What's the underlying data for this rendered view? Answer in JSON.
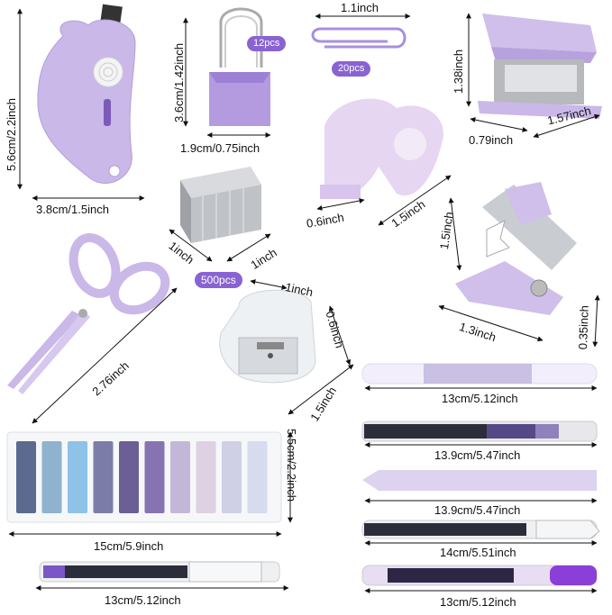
{
  "colors": {
    "purple": "#c9b8e8",
    "purple_dark": "#8a63d2",
    "badge": "#8a63d2",
    "silver": "#c9ccd1",
    "ink": "#111111"
  },
  "labels": {
    "cutter_h": "5.6cm/2.2inch",
    "cutter_w": "3.8cm/1.5inch",
    "clip_h": "3.6cm/1.42inch",
    "clip_w": "1.9cm/0.75inch",
    "clip_count": "12pcs",
    "paperclip_w": "1.1inch",
    "paperclip_count": "20pcs",
    "stapler_h": "1.38inch",
    "stapler_w1": "0.79inch",
    "stapler_w2": "1.57inch",
    "tape_w": "0.6inch",
    "tape_d": "1.5inch",
    "staples_w": "1inch",
    "staples_d": "1inch",
    "staples_count": "500pcs",
    "remover_h": "1.5inch",
    "remover_w": "1.3inch",
    "remover_d": "0.35inch",
    "scissors_len": "2.76inch",
    "sharpener_w": "1inch",
    "sharpener_d": "0.6inch",
    "sharpener_h": "1.5inch",
    "pen1": "13cm/5.12inch",
    "pen2": "13.9cm/5.47inch",
    "pen3": "13.9cm/5.47inch",
    "pen4": "14cm/5.51inch",
    "pen5": "13cm/5.12inch",
    "notes_h": "5.5cm/2.2inch",
    "notes_w": "15cm/5.9inch",
    "pen_bottom": "13cm/5.12inch"
  },
  "note_colors": [
    "#5c6a8f",
    "#8fb2cf",
    "#8ec2e6",
    "#7b7da8",
    "#6b5f95",
    "#8574b1",
    "#c3b7d8",
    "#ddd1e3",
    "#cfd0e6",
    "#d6dcee"
  ]
}
